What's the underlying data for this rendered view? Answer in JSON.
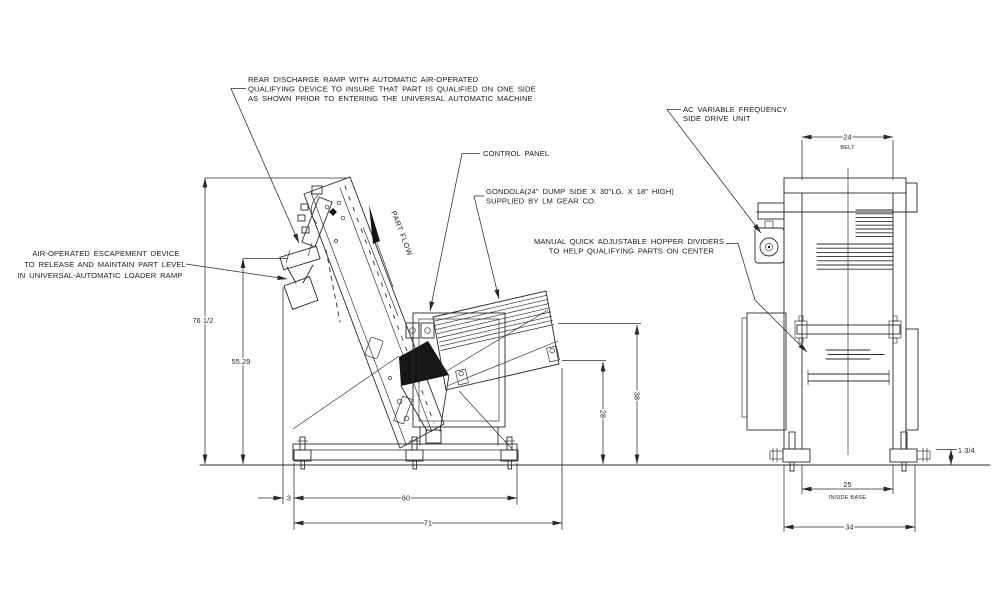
{
  "drawing": {
    "background": "#ffffff",
    "line_color": "#2b2b2b"
  },
  "annotations": {
    "rear_discharge": {
      "lines": [
        "REAR DISCHARGE RAMP WITH AUTOMATIC AIR-OPERATED",
        "QUALIFYING DEVICE TO INSURE THAT PART IS QUALIFIED ON ONE SIDE",
        "AS SHOWN PRIOR TO ENTERING THE UNIVERSAL AUTOMATIC MACHINE"
      ]
    },
    "escapement": {
      "lines": [
        "AIR-OPERATED ESCAPEMENT DEVICE",
        "TO RELEASE AND MAINTAIN PART LEVEL",
        "IN UNIVERSAL-AUTOMATIC LOADER RAMP"
      ]
    },
    "control_panel": {
      "label": "CONTROL PANEL"
    },
    "gondola": {
      "lines": [
        "GONDOLA(24\" DUMP SIDE X 30\"LG. X 18\" HIGH)",
        "SUPPLIED BY LM GEAR CO."
      ]
    },
    "hopper_dividers": {
      "lines": [
        "MANUAL QUICK ADJUSTABLE HOPPER DIVIDERS",
        "TO HELP QUALIFYING PARTS ON CENTER"
      ]
    },
    "ac_drive": {
      "lines": [
        "AC VARIABLE FREQUENCY",
        "SIDE DRIVE UNIT"
      ]
    },
    "part_flow": {
      "label": "PART FLOW"
    }
  },
  "dimensions": {
    "overall_height": "76 1/2",
    "escapement_height": "55.29",
    "ramp_offset": "3",
    "base_length": "60",
    "overall_length": "71",
    "hopper_edge_height": "28",
    "gondola_top_height": "38",
    "belt_width": "24",
    "belt_label": "BELT",
    "inside_base_width": "25",
    "inside_base_label": "INSIDE BASE",
    "base_width": "34",
    "pad_height": "1 3/4"
  }
}
